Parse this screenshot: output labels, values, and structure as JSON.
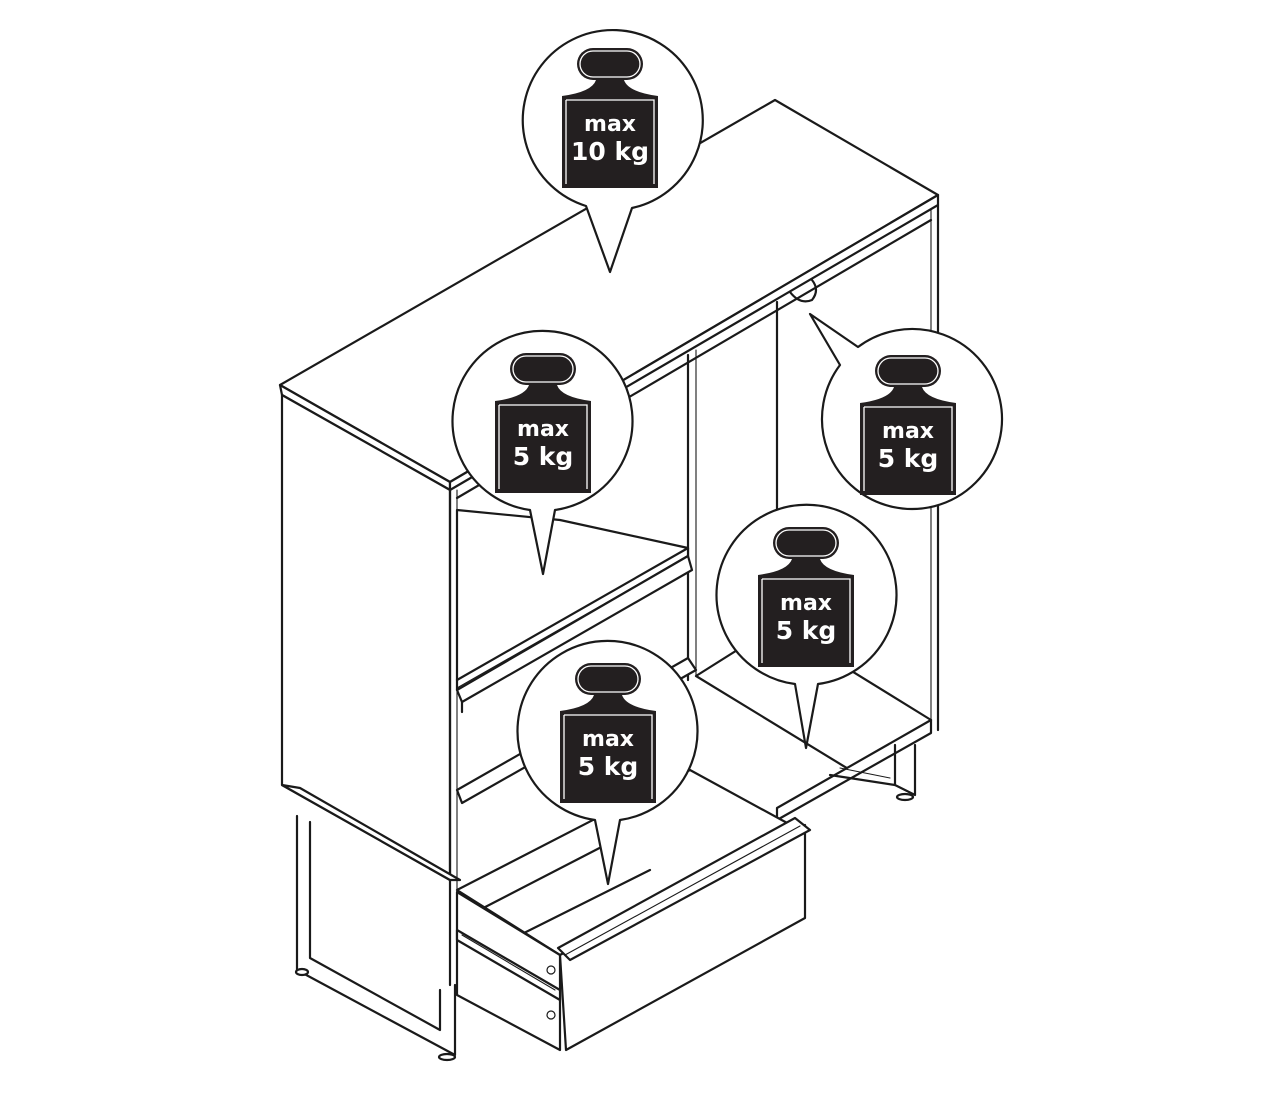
{
  "diagram": {
    "subject": "Cabinet with open shelves and pull-out drawer - maximum load per compartment",
    "line_color": "#1a1a1a",
    "weight_fill": "#231f20",
    "background": "#ffffff",
    "load_callouts": [
      {
        "id": "top-surface",
        "label_line1": "max",
        "label_line2": "10 kg",
        "points_to": "cabinet top"
      },
      {
        "id": "left-upper-shelf",
        "label_line1": "max",
        "label_line2": "5 kg",
        "points_to": "left upper shelf"
      },
      {
        "id": "hanging-rail",
        "label_line1": "max",
        "label_line2": "5 kg",
        "points_to": "clothes rail hook"
      },
      {
        "id": "right-bottom-shelf",
        "label_line1": "max",
        "label_line2": "5 kg",
        "points_to": "right bottom shelf"
      },
      {
        "id": "drawer",
        "label_line1": "max",
        "label_line2": "5 kg",
        "points_to": "open drawer"
      }
    ]
  }
}
